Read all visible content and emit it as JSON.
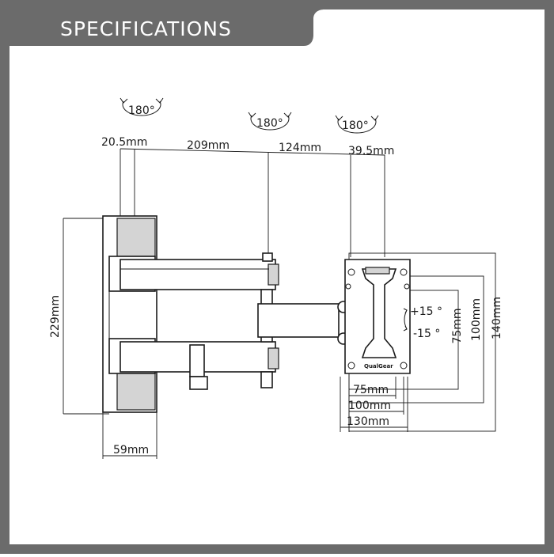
{
  "header": {
    "title": "SPECIFICATIONS"
  },
  "colors": {
    "frame": "#6b6b6b",
    "panel": "#ffffff",
    "line": "#1a1a1a"
  },
  "rotation_labels": {
    "wall": "180°",
    "arm": "180°",
    "plate": "180°"
  },
  "top_dimensions": {
    "d1": "20.5mm",
    "d2": "209mm",
    "d3": "124mm",
    "d4": "39.5mm"
  },
  "side_dimensions": {
    "height": "229mm",
    "depth": "59mm"
  },
  "plate_dimensions": {
    "w75": "75mm",
    "w100": "100mm",
    "w130": "130mm",
    "h75": "75mm",
    "h100": "100mm",
    "h140": "140mm"
  },
  "tilt": {
    "up": "+15 °",
    "down": "-15 °"
  },
  "brand": "QualGear"
}
